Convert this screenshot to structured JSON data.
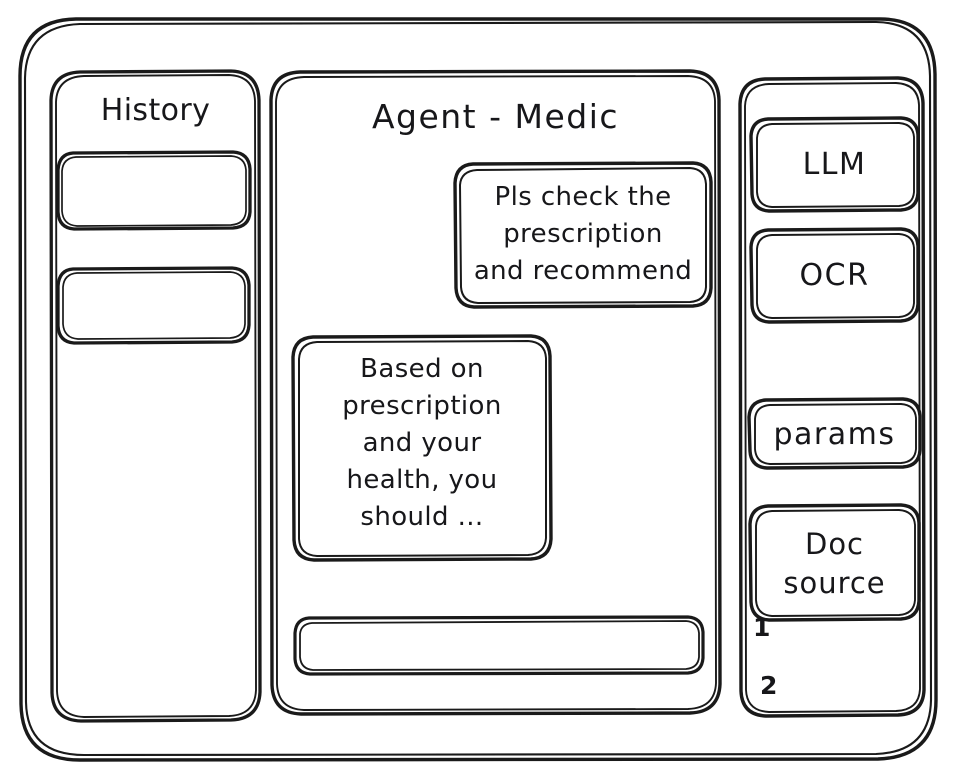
{
  "window": {
    "style": "hand-drawn-wireframe",
    "stroke_color": "#1a1a1a",
    "background_color": "#ffffff"
  },
  "sidebar": {
    "title": "History",
    "items": [
      {
        "label": ""
      },
      {
        "label": ""
      }
    ]
  },
  "main": {
    "title": "Agent - Medic",
    "messages": [
      {
        "role": "user",
        "align": "right",
        "text": "Pls check the\nprescription\nand recommend"
      },
      {
        "role": "assistant",
        "align": "left",
        "text": "Based on\nprescription\nand your\nhealth, you\nshould ..."
      }
    ],
    "composer": {
      "value": "",
      "placeholder": ""
    }
  },
  "tools": {
    "buttons": [
      {
        "label": "LLM"
      },
      {
        "label": "OCR"
      },
      {
        "label": "params"
      },
      {
        "label": "Doc\nsource"
      }
    ],
    "doc_sources": [
      {
        "label": "1"
      },
      {
        "label": "2"
      }
    ]
  }
}
